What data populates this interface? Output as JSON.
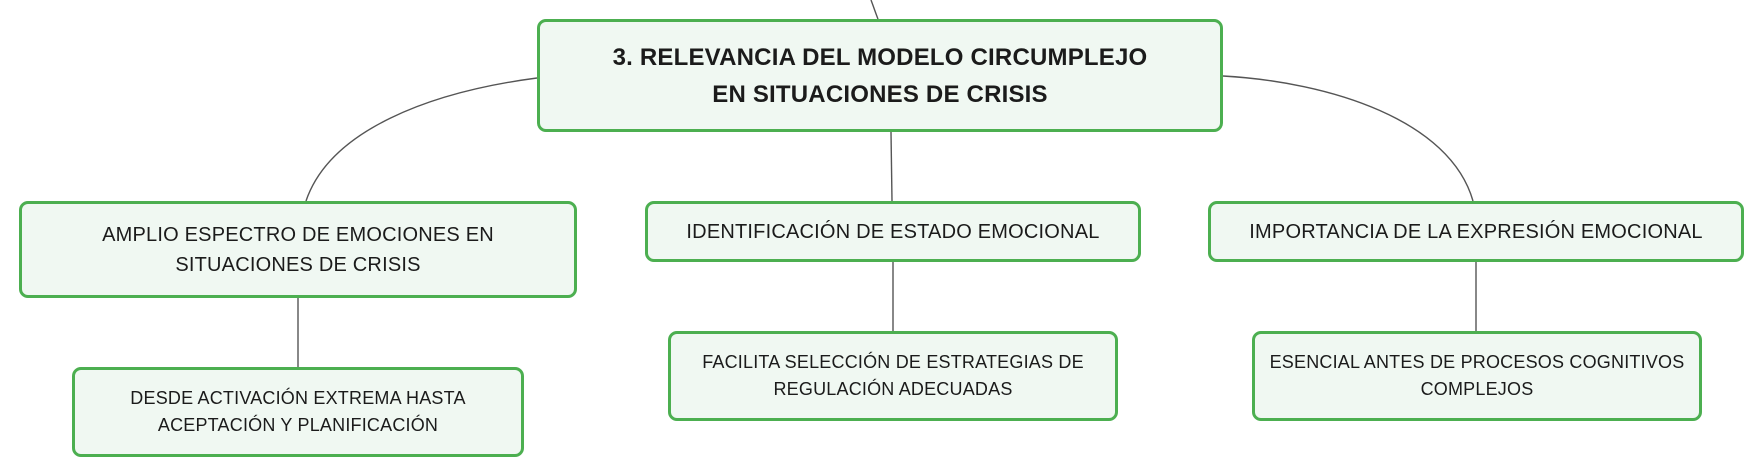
{
  "diagram": {
    "root": {
      "label": "3. RELEVANCIA DEL MODELO CIRCUMPLEJO EN SITUACIONES DE CRISIS"
    },
    "branches": [
      {
        "label": "AMPLIO ESPECTRO DE EMOCIONES EN SITUACIONES DE CRISIS",
        "child": "DESDE ACTIVACIÓN EXTREMA HASTA ACEPTACIÓN Y PLANIFICACIÓN"
      },
      {
        "label": "IDENTIFICACIÓN DE ESTADO EMOCIONAL",
        "child": "FACILITA SELECCIÓN DE ESTRATEGIAS DE REGULACIÓN ADECUADAS"
      },
      {
        "label": "IMPORTANCIA DE LA EXPRESIÓN EMOCIONAL",
        "child": "ESENCIAL ANTES DE PROCESOS COGNITIVOS COMPLEJOS"
      }
    ]
  },
  "colors": {
    "node_border": "#4caf50",
    "node_fill": "#f0f8f2",
    "connector": "#555555",
    "text": "#1b1b1b"
  }
}
